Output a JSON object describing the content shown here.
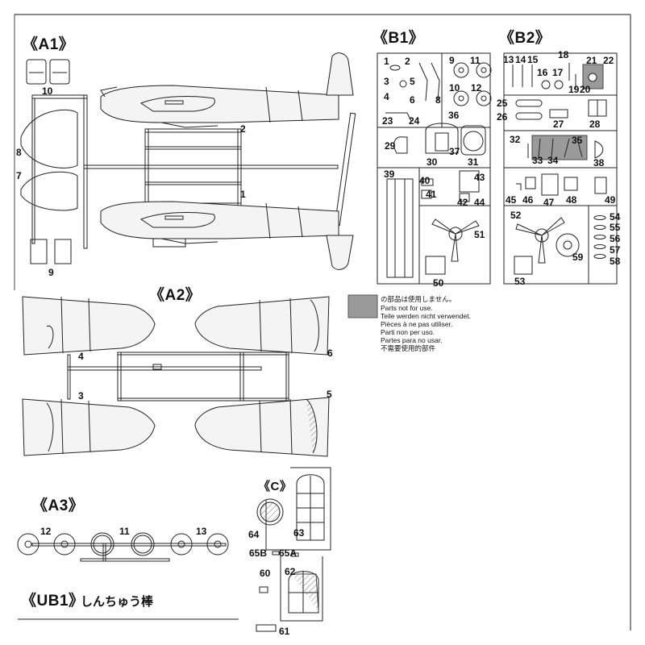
{
  "headers": {
    "a1": "《A1》",
    "a2": "《A2》",
    "a3": "《A3》",
    "b1": "《B1》",
    "b2": "《B2》",
    "c": "《C》",
    "ub1": "《UB1》",
    "ub1_name": "しんちゅう棒"
  },
  "legend": {
    "swatch_color": "#9a9a9a",
    "lines": [
      "の部品は使用しません。",
      "Parts not for use.",
      "Teile werden nicht verwendet.",
      "Pièces à ne pas utiliser.",
      "Parti non per uso.",
      "Partes para no usar.",
      "不需要使用的部件"
    ]
  },
  "part_numbers": {
    "a1": [
      "10",
      "8",
      "7",
      "9",
      "2",
      "1"
    ],
    "a2": [
      "4",
      "3",
      "6",
      "5"
    ],
    "a3": [
      "12",
      "11",
      "13"
    ],
    "b1": [
      "1",
      "2",
      "3",
      "5",
      "4",
      "6",
      "8",
      "9",
      "11",
      "10",
      "12",
      "23",
      "24",
      "36",
      "29",
      "30",
      "37",
      "31",
      "39",
      "40",
      "43",
      "41",
      "42",
      "44",
      "51",
      "50"
    ],
    "b2": [
      "13",
      "14",
      "15",
      "18",
      "16",
      "17",
      "21",
      "22",
      "19",
      "20",
      "25",
      "26",
      "27",
      "28",
      "32",
      "33",
      "34",
      "35",
      "38",
      "45",
      "46",
      "47",
      "48",
      "49",
      "52",
      "54",
      "55",
      "56",
      "57",
      "58",
      "59",
      "53"
    ],
    "c": [
      "64",
      "63",
      "65B",
      "65A",
      "60",
      "62",
      "61"
    ]
  }
}
